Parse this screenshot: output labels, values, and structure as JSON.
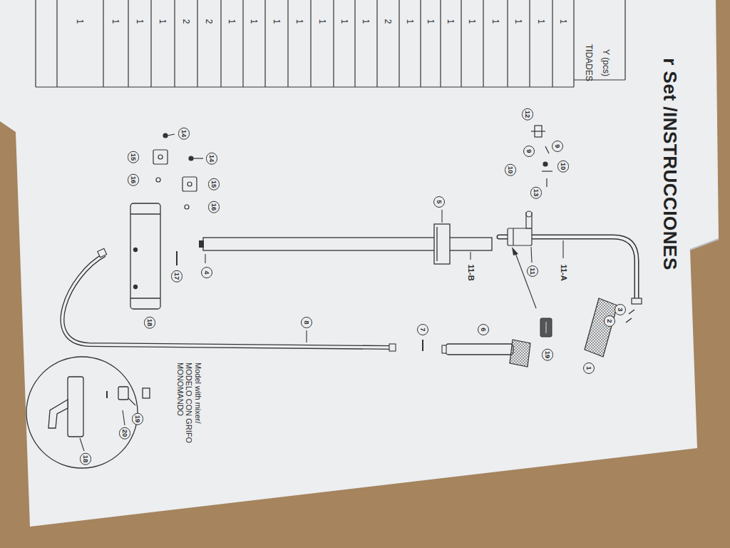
{
  "diagram": {
    "title": "r Set /INSTRUCCIONES",
    "labels": [
      "Y (pcs)",
      "TIDADES",
      "1",
      "1",
      "1",
      "1",
      "2",
      "2",
      "1",
      "1",
      "1",
      "1",
      "1",
      "1",
      "1",
      "2",
      "1",
      "1",
      "1",
      "1",
      "1",
      "1",
      "1",
      "1",
      "1",
      "2",
      "3",
      "12",
      "9",
      "9",
      "10",
      "10",
      "13",
      "5",
      "11-A",
      "11",
      "11-B",
      "19",
      "6",
      "7",
      "4",
      "8",
      "14",
      "15",
      "16",
      "14",
      "15",
      "16",
      "17",
      "18",
      "Model with mixer/ MODELO CON GRIFO MONOMANDO",
      "19",
      "20",
      "18"
    ]
  }
}
